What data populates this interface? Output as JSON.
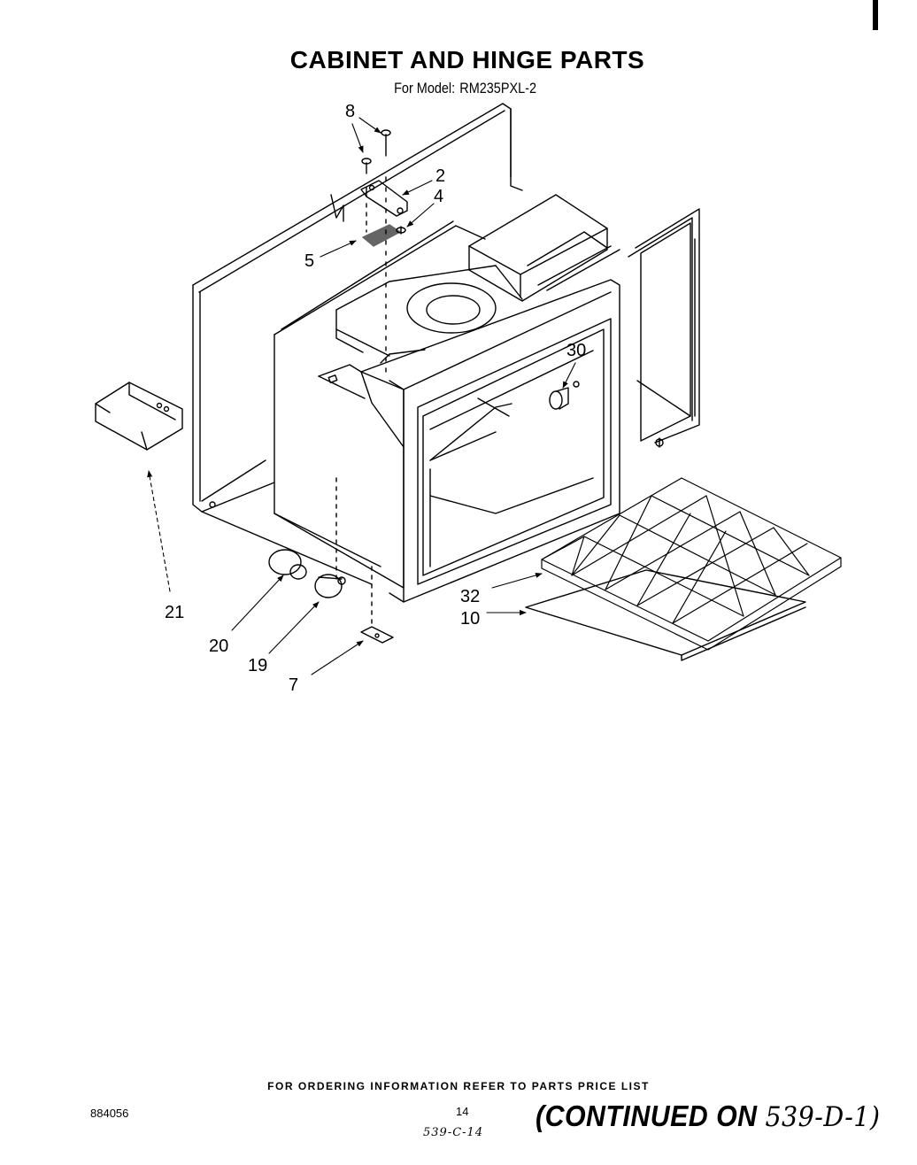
{
  "header": {
    "title": "CABINET AND HINGE PARTS",
    "model_label": "For Model:",
    "model_number": "RM235PXL-2"
  },
  "callouts": {
    "c8": "8",
    "c2": "2",
    "c4": "4",
    "c5": "5",
    "c30": "30",
    "c21": "21",
    "c32": "32",
    "c10": "10",
    "c20": "20",
    "c19": "19",
    "c7": "7"
  },
  "footer": {
    "ordering_info": "FOR ORDERING INFORMATION REFER TO PARTS PRICE LIST",
    "doc_number": "884056",
    "page_number": "14",
    "handwritten_ref": "539-C-14",
    "continued_label": "(CONTINUED ON",
    "continued_ref": "539-D-1)"
  }
}
